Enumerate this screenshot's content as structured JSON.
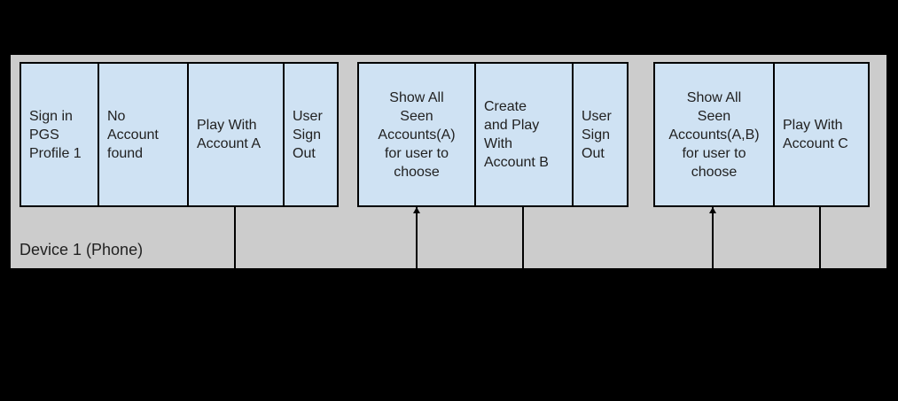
{
  "device": {
    "label": "Device 1 (Phone)"
  },
  "colors": {
    "page_background": "#000000",
    "lane_background": "#cccccc",
    "box_fill": "#cfe2f3",
    "box_border": "#000000",
    "text": "#212121"
  },
  "groups": [
    {
      "cells": [
        {
          "label": "Sign in\nPGS\nProfile 1"
        },
        {
          "label": "No\nAccount\nfound"
        },
        {
          "label": "Play With\nAccount A"
        },
        {
          "label": "User\nSign\nOut"
        }
      ]
    },
    {
      "cells": [
        {
          "label": "Show All\nSeen\nAccounts(A)\nfor user to\nchoose"
        },
        {
          "label": "Create\nand Play\nWith\nAccount B"
        },
        {
          "label": "User\nSign\nOut"
        }
      ]
    },
    {
      "cells": [
        {
          "label": "Show All\nSeen\nAccounts(A,B)\nfor user to\nchoose"
        },
        {
          "label": "Play With\nAccount C"
        }
      ]
    }
  ],
  "connectors": [
    {
      "under": "Play With Account A",
      "type": "line"
    },
    {
      "under": "Show All Seen Accounts(A) for user to choose",
      "type": "arrow-up"
    },
    {
      "under": "Create and Play With Account B",
      "type": "line"
    },
    {
      "under": "Show All Seen Accounts(A,B) for user to choose",
      "type": "arrow-up"
    },
    {
      "under": "Play With Account C",
      "type": "line"
    }
  ]
}
